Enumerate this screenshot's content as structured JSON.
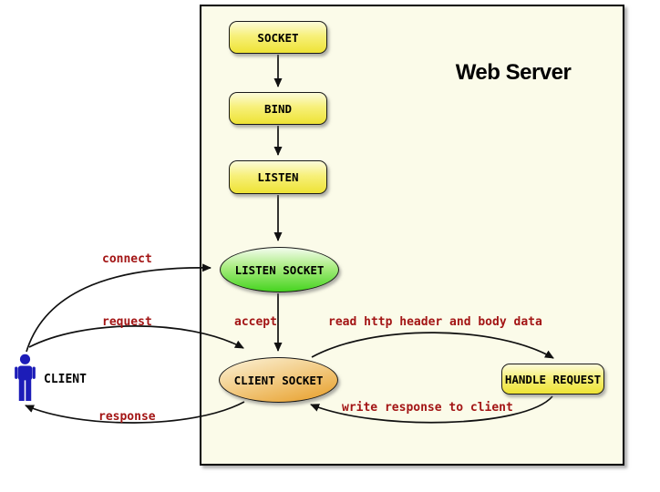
{
  "diagram": {
    "title": "Web Server",
    "nodes": {
      "socket": {
        "label": "SOCKET",
        "type": "process"
      },
      "bind": {
        "label": "BIND",
        "type": "process"
      },
      "listen": {
        "label": "LISTEN",
        "type": "process"
      },
      "listen_socket": {
        "label": "LISTEN SOCKET",
        "type": "state-ellipse"
      },
      "client_socket": {
        "label": "CLIENT SOCKET",
        "type": "state-ellipse"
      },
      "handle_request": {
        "label": "HANDLE REQUEST",
        "type": "process"
      },
      "client": {
        "label": "CLIENT",
        "type": "actor",
        "icon": "client-person-icon"
      }
    },
    "edges": [
      {
        "from": "socket",
        "to": "bind",
        "label": ""
      },
      {
        "from": "bind",
        "to": "listen",
        "label": ""
      },
      {
        "from": "listen",
        "to": "listen_socket",
        "label": ""
      },
      {
        "from": "listen_socket",
        "to": "client_socket",
        "label": "accept"
      },
      {
        "from": "client",
        "to": "listen_socket",
        "label": "connect"
      },
      {
        "from": "client",
        "to": "client_socket",
        "label": "request"
      },
      {
        "from": "client_socket",
        "to": "client",
        "label": "response"
      },
      {
        "from": "client_socket",
        "to": "handle_request",
        "label": "read http header and body data"
      },
      {
        "from": "handle_request",
        "to": "client_socket",
        "label": "write response to client"
      }
    ],
    "colors": {
      "server_background": "#FBFBE9",
      "process_fill_top": "#FCFBD9",
      "process_fill_bottom": "#EEE335",
      "listen_socket_fill": "#46D420",
      "client_socket_fill": "#E79D26",
      "edge_label_text": "#A31515",
      "client_icon": "#1C1CB8",
      "arrow": "#111111"
    }
  }
}
